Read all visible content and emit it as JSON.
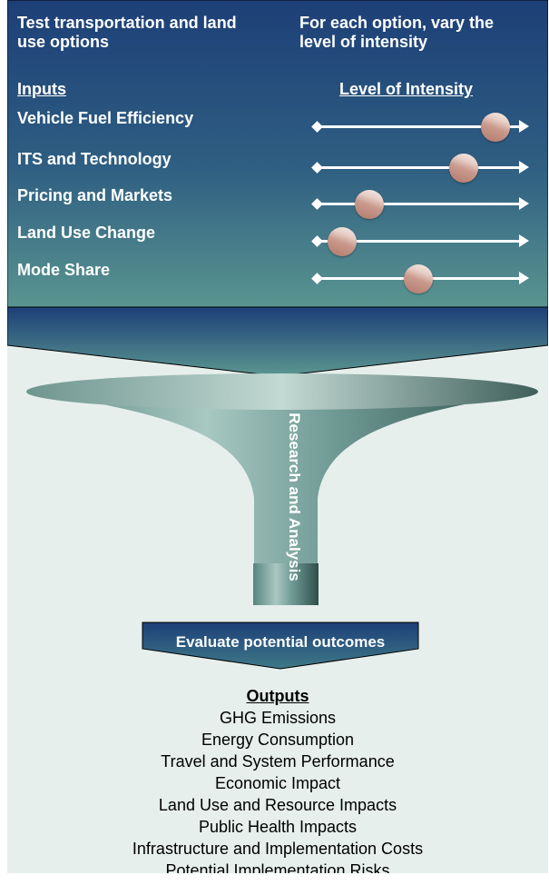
{
  "header": {
    "left_text": [
      "Test transportation and land",
      "use options"
    ],
    "right_text": [
      "For each option, vary the",
      "level of intensity"
    ]
  },
  "columns": {
    "inputs_heading": "Inputs",
    "intensity_heading": "Level of Intensity"
  },
  "inputs": [
    {
      "label": "Vehicle Fuel Efficiency",
      "intensity": 0.87
    },
    {
      "label": "ITS and Technology",
      "intensity": 0.72
    },
    {
      "label": "Pricing and Markets",
      "intensity": 0.27
    },
    {
      "label": "Land Use Change",
      "intensity": 0.14
    },
    {
      "label": "Mode Share",
      "intensity": 0.5
    }
  ],
  "funnel_label": "Research and Analysis",
  "evaluate_label": "Evaluate potential outcomes",
  "outputs_heading": "Outputs",
  "outputs": [
    "GHG Emissions",
    "Energy Consumption",
    "Travel and System Performance",
    "Economic Impact",
    "Land Use and Resource Impacts",
    "Public Health Impacts",
    "Infrastructure and Implementation Costs",
    "Potential Implementation Risks"
  ],
  "colors": {
    "panel_top": "#1d3f77",
    "panel_bottom": "#4f8b8d",
    "funnel": "#7aa39e",
    "background": "#e6efec"
  }
}
